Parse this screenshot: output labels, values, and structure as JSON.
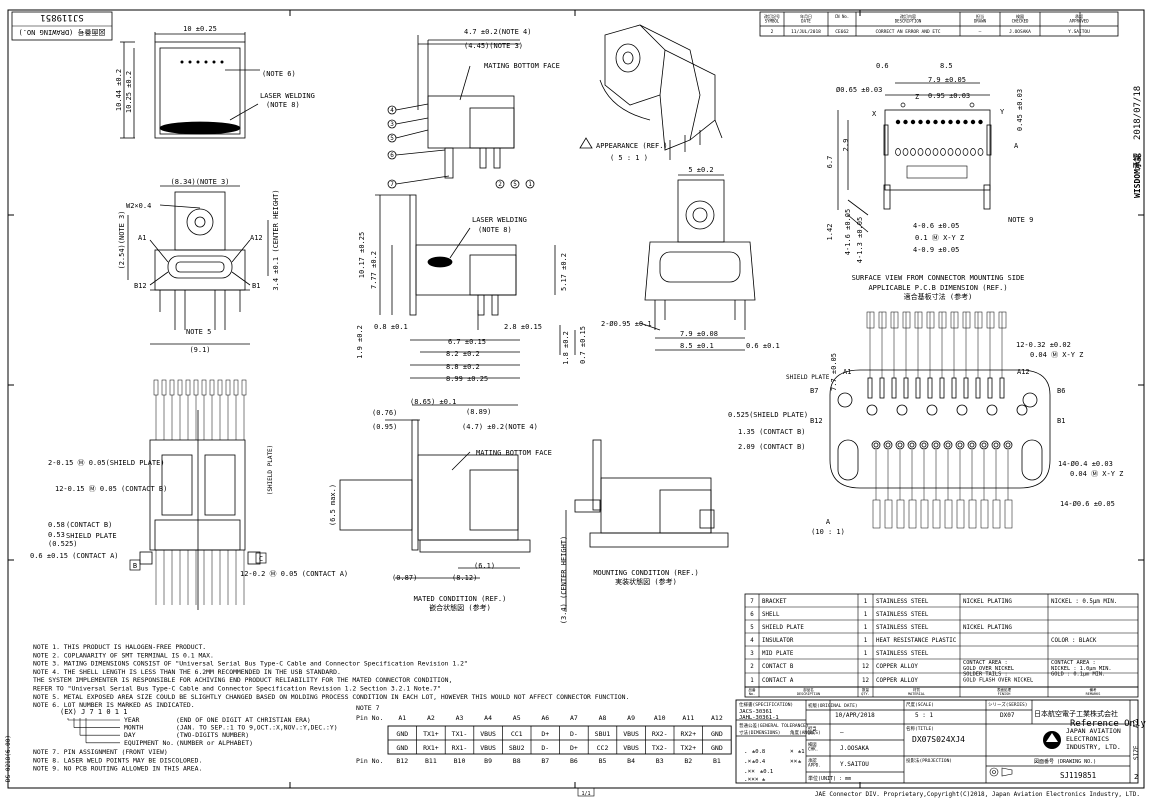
{
  "drawing_number_top": "SJ119851",
  "drawing_no_caption": "図面番号 (DRAWING NO.)",
  "date_stamp": "2018/07/18",
  "wisdom_stamp": "WISDOM承認",
  "revision": {
    "headers": [
      "改訂記号\nSYMBOL",
      "年月日\nDATE",
      "CN No.",
      "改訂内容\nDESCRIPTION",
      "担当\nDRAWN",
      "検図\nCHECKED",
      "承認\nAPPROVED"
    ],
    "row": [
      "2",
      "11/JUL/2018",
      "CE662",
      "CORRECT AN ERROR AND ETC",
      "—",
      "J.OOSAKA",
      "Y.SAITOU"
    ]
  },
  "top_left_view": {
    "width_dim": "10 ±0.25",
    "height_dim_1": "10.44 ±0.2",
    "height_dim_2": "10.25 ±0.2",
    "note6": "(NOTE 6)",
    "laser": "LASER WELDING",
    "note8": "(NOTE 8)"
  },
  "side_view_top": {
    "dim1": "4.7 ±0.2(NOTE 4)",
    "dim2": "(4.45)(NOTE 3)",
    "mating": "MATING BOTTOM FACE",
    "balloons": [
      "1",
      "2",
      "3",
      "4",
      "5",
      "6",
      "7"
    ]
  },
  "appearance": {
    "label": "APPEARANCE (REF.)",
    "scale": "( 5 : 1 )"
  },
  "front_view": {
    "dim_top": "(8.34)(NOTE 3)",
    "w2": "W2×0.4",
    "a1": "A1",
    "a12": "A12",
    "b12": "B12",
    "b1": "B1",
    "dim_side": "(2.54)(NOTE 3)",
    "center": "3.4 ±0.1\n(CENTER HEIGHT)",
    "note5": "NOTE 5",
    "bottom": "(9.1)"
  },
  "section_view": {
    "laser": "LASER WELDING",
    "note8": "(NOTE 8)",
    "h1": "10.17 ±0.25",
    "h2": "7.77 ±0.2",
    "h3": "5.17 ±0.2",
    "h4": "1.9 ±0.2",
    "w1": "0.8 ±0.1",
    "w2": "6.7 ±0.15",
    "w3": "8.2 ±0.2",
    "w4": "8.8 ±0.2",
    "w5": "8.99 ±0.25",
    "w6": "2.8 ±0.15",
    "h5": "0.7 ±0.15",
    "h6": "1.8 ±0.2"
  },
  "right_front": {
    "top": "5 ±0.2",
    "holes": "2-Ø0.95 ±0.1",
    "w1": "7.9 ±0.08",
    "w2": "8.5 ±0.1",
    "w3": "0.6 ±0.1"
  },
  "pcb_layout": {
    "d1": "0.6",
    "d2": "8.5",
    "d3": "7.9 ±0.05",
    "d4": "Ø0.65 ±0.03",
    "d5": "0.95 ±0.03",
    "d6": "0.45 ±0.03",
    "x": "X",
    "y": "Y",
    "z": "Z",
    "a": "A",
    "d7": "6.7",
    "d8": "2.9",
    "note9": "NOTE 9",
    "d9": "4-0.6 ±0.05",
    "d10": "4-0.9 ±0.05",
    "d11": "1.42",
    "d12": "4-1.6 ±0.05",
    "d13": "4-1.3 ±0.05",
    "tol": "0.1 Ⓜ X-Y Z",
    "caption1": "SURFACE VIEW FROM CONNECTOR MOUNTING SIDE",
    "caption2": "APPLICABLE P.C.B DIMENSION (REF.)",
    "caption3": "適合基板寸法 (参考)"
  },
  "detail_a": {
    "shield": "SHIELD PLATE",
    "a1": "A1",
    "a12": "A12",
    "b7": "B7",
    "b6": "B6",
    "b12": "B12",
    "b1": "B1",
    "d1": "0.525(SHIELD PLATE)",
    "d2": "1.35 (CONTACT B)",
    "d3": "2.09 (CONTACT B)",
    "d4": "12-0.32 ±0.02",
    "tol1": "0.04 Ⓜ X-Y Z",
    "d5": "14-Ø0.4 ±0.03",
    "tol2": "0.04 Ⓜ X-Y Z",
    "d6": "14-Ø0.6 ±0.05",
    "d7": "7.7 ±0.05",
    "label": "A",
    "scale": "(10 : 1)"
  },
  "mated": {
    "d1": "(0.76)",
    "d2": "(0.95)",
    "d3": "(8.65) ±0.1",
    "d4": "(8.89)",
    "d5": "(4.7) ±0.2(NOTE 4)",
    "mating": "MATING BOTTOM FACE",
    "d6": "(6.5 max.)",
    "d7": "(0.87)",
    "d8": "(8.12)",
    "d9": "(6.1)",
    "caption1": "MATED CONDITION (REF.)",
    "caption2": "嵌合状態図 (参考)"
  },
  "mounting": {
    "d1": "(3.4) (CENTER HEIGHT)",
    "caption1": "MOUNTING CONDITION (REF.)",
    "caption2": "実装状態図 (参考)"
  },
  "left_bottom": {
    "d1": "2-0.15 Ⓜ 0.05(SHIELD PLATE)",
    "d2": "12-0.15 Ⓜ 0.05 (CONTACT B)",
    "d3": "0.58",
    "d4": "0.53",
    "d5": "(0.525)",
    "c1": "(CONTACT B)",
    "c2": "SHIELD PLATE",
    "d6": "0.6 ±0.15 (CONTACT A)",
    "b": "B",
    "c": "C",
    "d7": "12-0.2 Ⓜ 0.05 (CONTACT A)",
    "shield": "(SHIELD PLATE)"
  },
  "notes": [
    "NOTE 1. THIS PRODUCT IS HALOGEN-FREE PRODUCT.",
    "NOTE 2. COPLANARITY OF SMT TERMINAL IS 0.1 MAX.",
    "NOTE 3. MATING DIMENSIONS CONSIST OF \"Universal Serial Bus Type-C Cable and Connector Specification Revision 1.2\"",
    "NOTE 4. THE SHELL LENGTH IS LESS THAN THE 6.2MM RECOMMENDED IN THE USB STANDARD.",
    "        THE SYSTEM IMPLEMENTER IS RESPONSIBLE FOR ACHIVING END PRODUCT RELIABILITY FOR THE MATED CONNECTOR CONDITION,",
    "        REFER TO \"Universal Serial Bus Type-C Cable and Connector Specification Revision 1.2 Section 3.2.1 Note.7\"",
    "NOTE 5. METAL EXPOSED AREA SIZE COULD BE SLIGHTLY CHANGED BASED ON MOLDING PROCESS CONDITION IN EACH LOT, HOWEVER THIS WOULD NOT AFFECT CONNECTOR FUNCTION.",
    "NOTE 6. LOT NUMBER IS MARKED AS INDICATED."
  ],
  "lot_example": {
    "code": "(EX) J 7 1 0 1 1",
    "lines": [
      "YEAR      (END OF ONE DIGIT AT CHRISTIAN ERA)",
      "MONTH     (JAN. TO SEP.:1 TO 9,OCT.:X,NOV.:Y,DEC.:Y)",
      "DAY       (TWO-DIGITS NUMBER)",
      "EQUIPMENT No.  (NUMBER or ALPHABET)"
    ]
  },
  "notes_bottom": [
    "NOTE 7. PIN ASSIGNMENT (FRONT VIEW)",
    "NOTE 8. LASER WELD POINTS MAY BE DISCOLORED.",
    "NOTE 9. NO PCB ROUTING ALLOWED IN THIS AREA."
  ],
  "pin_table": {
    "note": "NOTE 7",
    "pin_label": "Pin No.",
    "top_pins": [
      "A1",
      "A2",
      "A3",
      "A4",
      "A5",
      "A6",
      "A7",
      "A8",
      "A9",
      "A10",
      "A11",
      "A12"
    ],
    "top_signals": [
      "GND",
      "TX1+",
      "TX1-",
      "VBUS",
      "CC1",
      "D+",
      "D-",
      "SBU1",
      "VBUS",
      "RX2-",
      "RX2+",
      "GND"
    ],
    "bottom_signals": [
      "GND",
      "RX1+",
      "RX1-",
      "VBUS",
      "SBU2",
      "D-",
      "D+",
      "CC2",
      "VBUS",
      "TX2-",
      "TX2+",
      "GND"
    ],
    "bottom_pins": [
      "B12",
      "B11",
      "B10",
      "B9",
      "B8",
      "B7",
      "B6",
      "B5",
      "B4",
      "B3",
      "B2",
      "B1"
    ]
  },
  "bom": {
    "rows": [
      [
        "7",
        "BRACKET",
        "1",
        "STAINLESS STEEL",
        "NICKEL PLATING",
        "NICKEL : 0.5μm MIN."
      ],
      [
        "6",
        "SHELL",
        "1",
        "STAINLESS STEEL",
        "",
        ""
      ],
      [
        "5",
        "SHIELD PLATE",
        "1",
        "STAINLESS STEEL",
        "NICKEL PLATING",
        ""
      ],
      [
        "4",
        "INSULATOR",
        "1",
        "HEAT RESISTANCE PLASTIC",
        "",
        "COLOR : BLACK"
      ],
      [
        "3",
        "MID PLATE",
        "1",
        "STAINLESS STEEL",
        "",
        ""
      ],
      [
        "2",
        "CONTACT B",
        "12",
        "COPPER ALLOY",
        "CONTACT AREA :\nGOLD OVER NICKEL\nSOLDER TAILS :\nGOLD FLASH OVER NICKEL",
        "CONTACT AREA :\nNICKEL : 1.0μm MIN.\nGOLD : 0.1μm MIN."
      ],
      [
        "1",
        "CONTACT A",
        "12",
        "COPPER ALLOY",
        "",
        ""
      ]
    ],
    "headers": [
      "品番\nNo.",
      "部品名\nDESCRIPTION",
      "数量\nQTY.",
      "材質\nMATERIAL",
      "表面処理\nFINISH",
      "備考\nREMARKS"
    ]
  },
  "title_block": {
    "spec_label": "仕様書(SPECIFICATION)",
    "spec1": "JACS-30361",
    "spec2": "JAHL-30361-1",
    "tol_label": "普通公差(GENERAL TOLERANCE)",
    "tol_dim": "寸法(DIMENSIONS)",
    "tol_ang": "角度(ANGLES)",
    "tol_rows": [
      ".   ±0.8",
      "×   ±1",
      "   .× ±0.4",
      "××  ±",
      "   .×× ±0.1",
      "",
      "   .××× ±"
    ],
    "orig_date_label": "初版(ORIGINAL DATE)",
    "orig_date": "10/APR/2018",
    "drawn_label": "担当\nDR.",
    "drawn": "—",
    "checked_label": "検図\nCHK.",
    "checked": "J.OOSAKA",
    "approved_label": "承認\nAPPD.",
    "approved": "Y.SAITOU",
    "unit": "単位(UNIT) : mm",
    "scale_label": "尺度(SCALE)",
    "scale": "5 : 1",
    "series_label": "シリーズ(SERIES)",
    "series": "DX07",
    "title_label": "名称(TITLE)",
    "title": "DX07S024XJ4",
    "company_jp": "日本航空電子工業株式会社",
    "company1": "JAPAN AVIATION",
    "company2": "ELECTRONICS",
    "company3": "INDUSTRY, LTD.",
    "projection_label": "投影法(PROJECTION)",
    "drawing_no_label": "図面番号 (DRAWING NO.)",
    "drawing_no": "SJ119851",
    "size_label": "SIZE",
    "size": "A2",
    "sheet": "2",
    "watermark": "Reference Only"
  },
  "footer": "JAE Connector DIV. Proprietary,Copyright(C)2018, Japan Aviation Electronics Industry, LTD.",
  "footer_left": "DS-0218(6.00)",
  "sheet_mark": "1/1"
}
